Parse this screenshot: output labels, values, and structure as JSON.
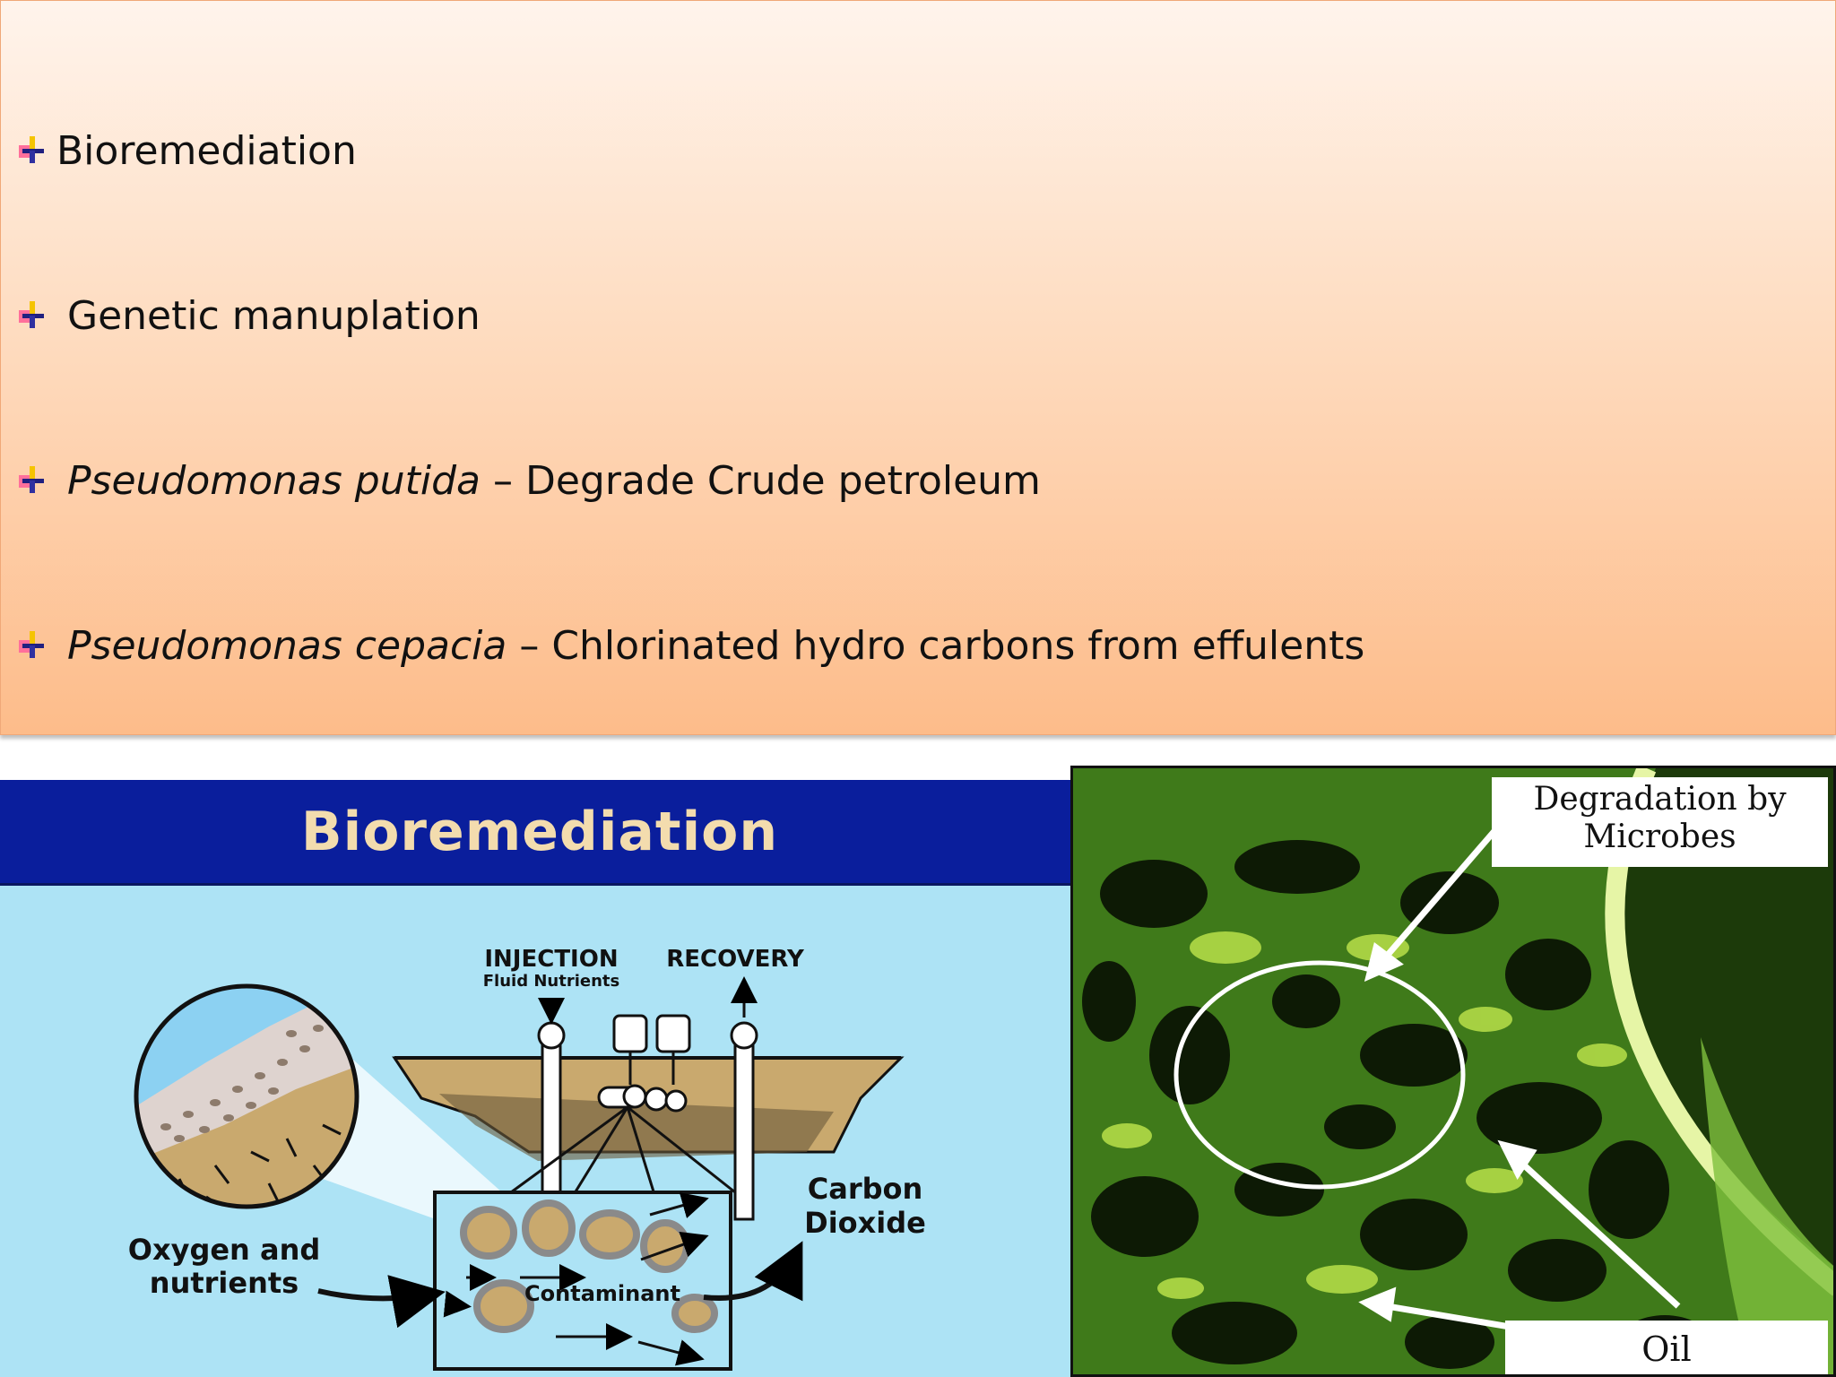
{
  "bullets": [
    {
      "italic": "",
      "text": "Bioremediation"
    },
    {
      "italic": "",
      "text": "Genetic manuplation"
    },
    {
      "italic": "Pseudomonas putida",
      "text": " – Degrade Crude petroleum"
    },
    {
      "italic": "Pseudomonas cepacia",
      "text": " – Chlorinated hydro carbons from effulents"
    }
  ],
  "left_figure": {
    "banner_title": "Bioremediation",
    "injection": "INJECTION",
    "fluid_nutrients": "Fluid  Nutrients",
    "recovery": "RECOVERY",
    "carbon": "Carbon",
    "dioxide": "Dioxide",
    "oxygen_and": "Oxygen  and",
    "nutrients": "nutrients",
    "contaminant": "Contaminant"
  },
  "right_figure": {
    "degradation_line1": "Degradation by",
    "degradation_line2": "Microbes",
    "oil": "Oil"
  },
  "colors": {
    "banner": "#0a1e9c",
    "banner_text": "#f3dcae",
    "diagram_bg": "#ade3f5",
    "soil": "#c9a96e"
  }
}
